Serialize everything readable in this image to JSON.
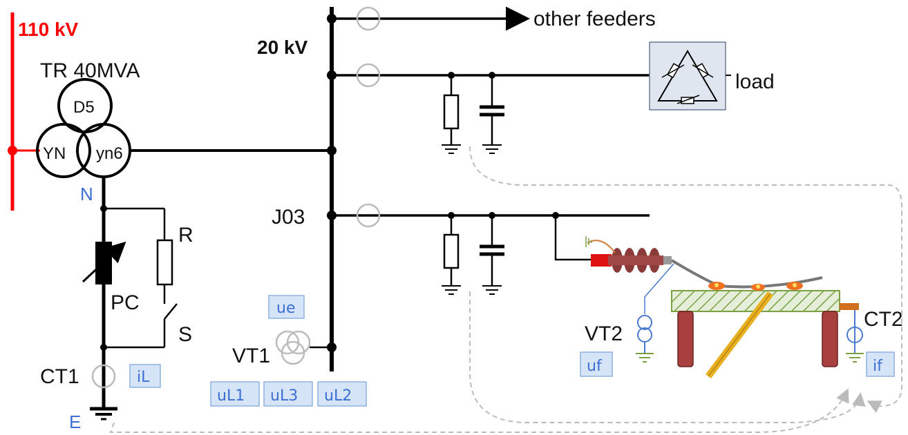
{
  "hv_bus": {
    "label": "110 kV",
    "color": "#ff0000"
  },
  "mv_bus": {
    "label": "20 kV"
  },
  "transformer": {
    "label": "TR 40MVA",
    "winding_top": "D5",
    "winding_left": "YN",
    "winding_right": "yn6"
  },
  "neutral_point": {
    "label": "N"
  },
  "earth_point": {
    "label": "E"
  },
  "components": {
    "resistor": "R",
    "petersen_coil": "PC",
    "switch": "S",
    "ct1": "CT1",
    "vt1": "VT1",
    "vt2": "VT2",
    "ct2": "CT2"
  },
  "feeders": {
    "other": "other feeders",
    "load": "load",
    "faulty": "J03"
  },
  "measurements": {
    "ue": "ue",
    "il": "iL",
    "ul1": "uL1",
    "ul3": "uL3",
    "ul2": "uL2",
    "uf": "uf",
    "if": "if"
  },
  "colors": {
    "hv": "#ff0000",
    "measurement_text": "#3b6fd6",
    "measurement_box": "#d6e4f7",
    "signal_path": "#bbbbbb",
    "insulator": "#8b3a3a",
    "fault_sparks": "#f07020",
    "grounding_rod": "#e8b020",
    "table_hatch": "#7aa040"
  },
  "icons": [
    "ground-icon",
    "transformer-icon",
    "capacitor-icon",
    "resistor-icon",
    "variable-inductor-icon",
    "switch-icon",
    "current-transformer-icon",
    "voltage-transformer-icon",
    "load-triangle-icon",
    "arrow-icon",
    "insulator-icon"
  ]
}
